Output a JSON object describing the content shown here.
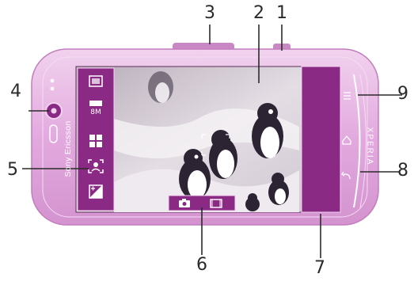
{
  "callouts": [
    {
      "label": "1"
    },
    {
      "label": "2"
    },
    {
      "label": "3"
    },
    {
      "label": "4"
    },
    {
      "label": "5"
    },
    {
      "label": "6"
    },
    {
      "label": "7"
    },
    {
      "label": "8"
    },
    {
      "label": "9"
    }
  ],
  "phone": {
    "brand": "Sony Ericsson",
    "model": "XPERIA",
    "body_color": "#e6b0e2",
    "accent_color": "#8b2a84",
    "screen_color": "#c8c0cc"
  },
  "settings_bar": {
    "resolution_badge": "8M",
    "icons": [
      "scene-icon",
      "resolution-icon",
      "focus-mode-icon",
      "face-detection-icon",
      "exposure-icon"
    ]
  },
  "mode_switch": {
    "icons": [
      "camera-icon",
      "video-icon"
    ]
  },
  "hardware_keys": [
    "menu-key",
    "home-key",
    "back-key"
  ]
}
